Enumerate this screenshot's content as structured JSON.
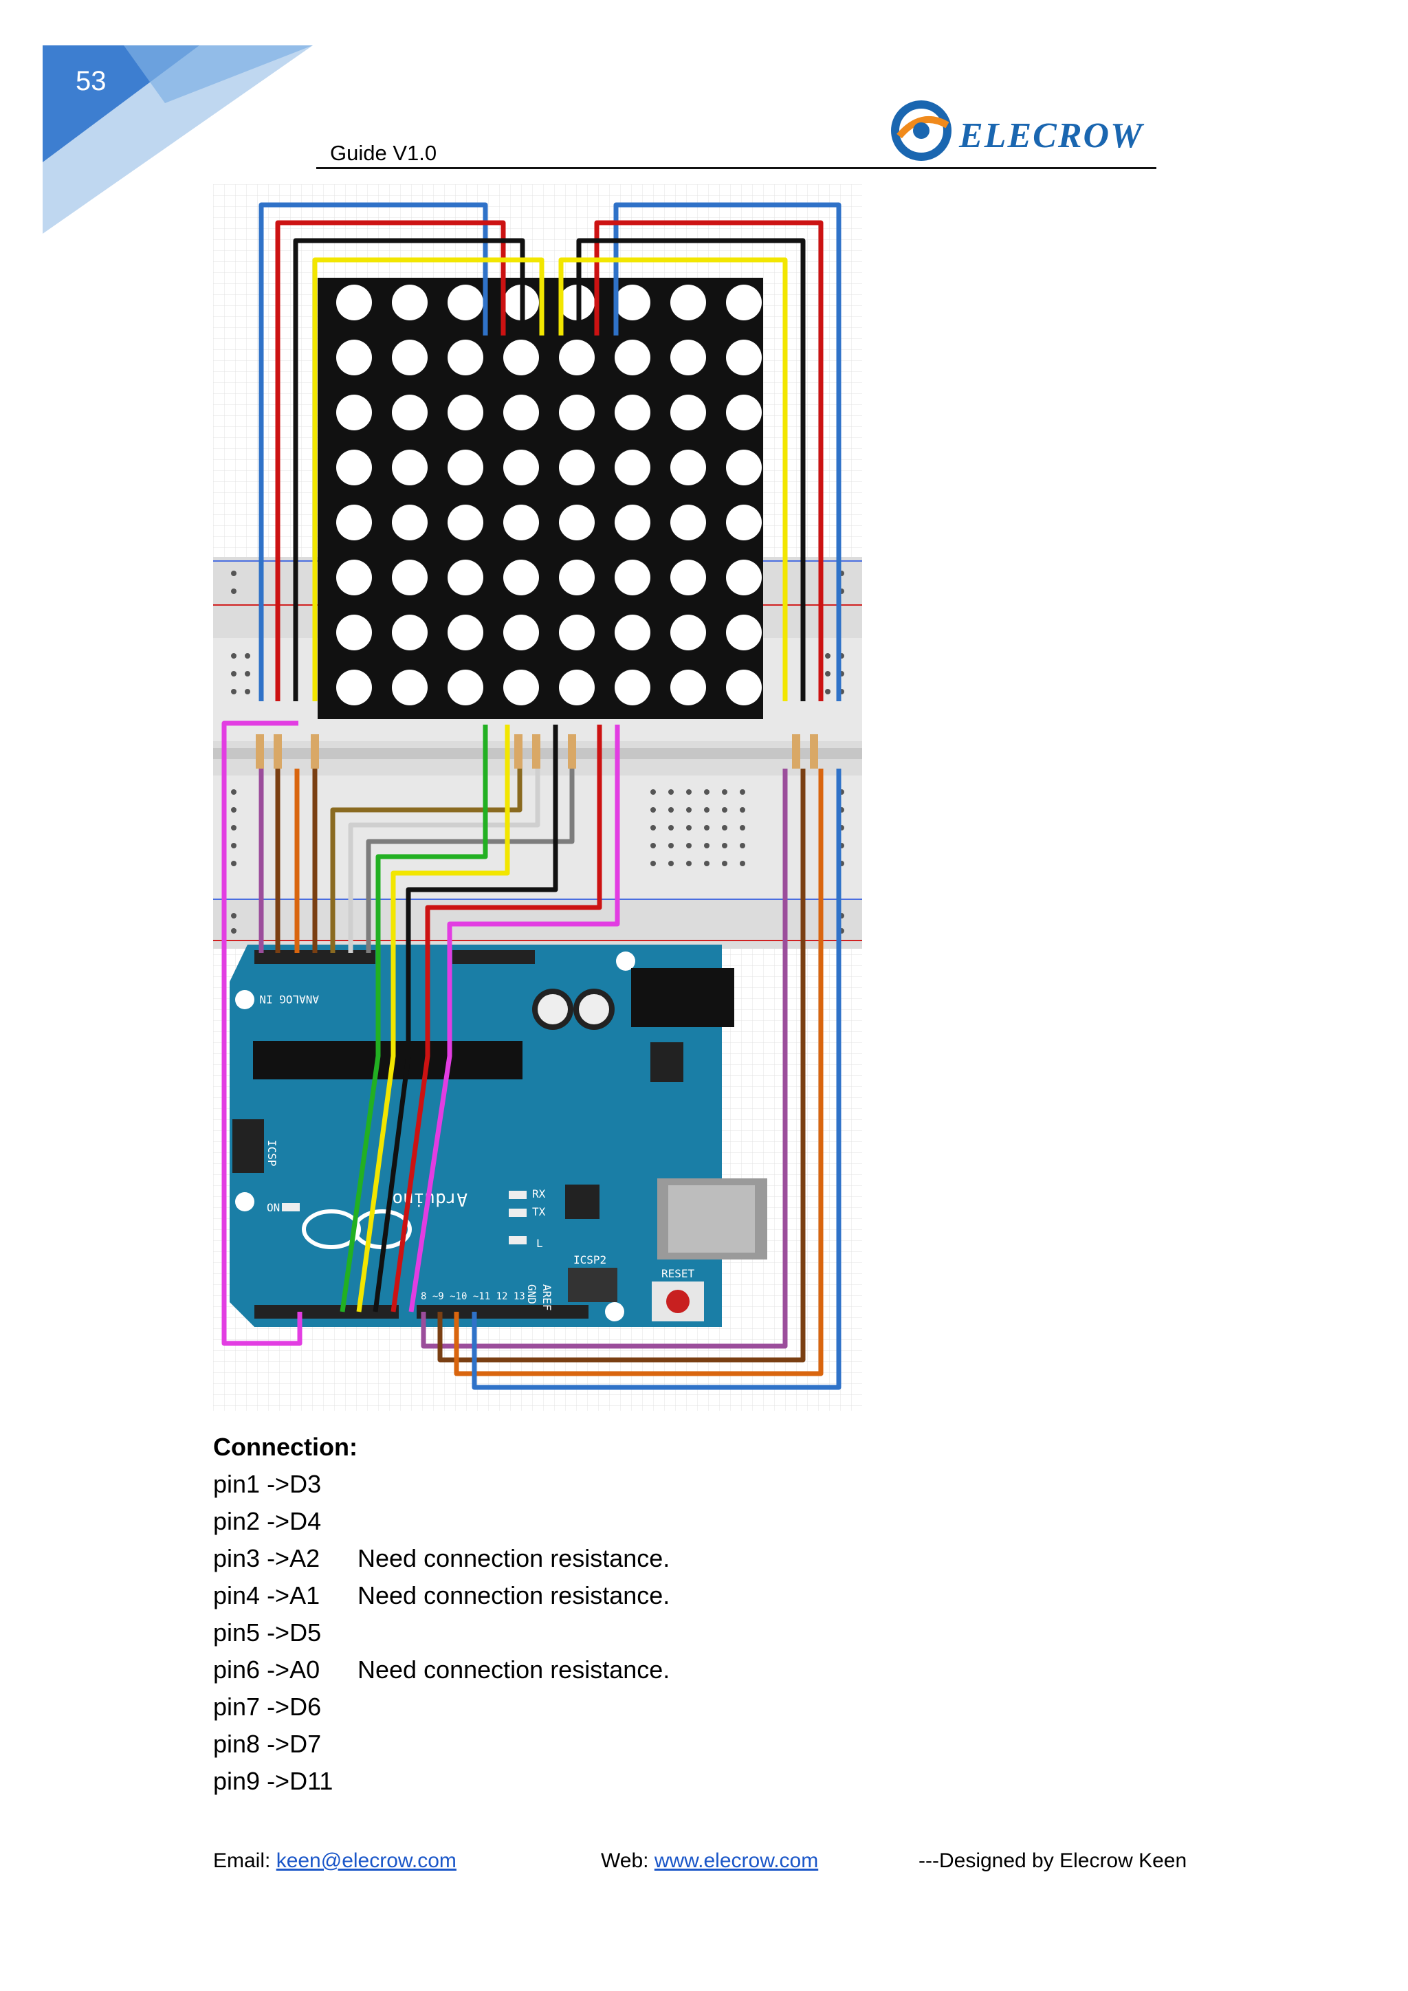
{
  "page": {
    "number": "53",
    "guide_label": "Guide  V1.0",
    "brand": "ELECROW"
  },
  "connection": {
    "heading": "Connection:",
    "rows": [
      {
        "pin": "pin1 ->D3",
        "note": ""
      },
      {
        "pin": "pin2 ->D4",
        "note": ""
      },
      {
        "pin": "pin3 ->A2",
        "note": "Need connection resistance."
      },
      {
        "pin": "pin4 ->A1",
        "note": "Need connection resistance."
      },
      {
        "pin": "pin5 ->D5",
        "note": ""
      },
      {
        "pin": "pin6 ->A0",
        "note": "Need connection resistance."
      },
      {
        "pin": "pin7 ->D6",
        "note": ""
      },
      {
        "pin": "pin8 ->D7",
        "note": ""
      },
      {
        "pin": "pin9 ->D11",
        "note": ""
      }
    ]
  },
  "board_labels": {
    "analog_in": "ANALOG IN",
    "brand": "Arduino",
    "rx": "RX",
    "tx": "TX",
    "on": "ON",
    "icsp": "ICSP",
    "icsp2": "ICSP2",
    "reset": "RESET",
    "led_l": "L",
    "aref": "AREF",
    "gnd": "GND",
    "pins_right": "8  ~9  ~10  ~11  12  13"
  },
  "footer": {
    "email_label": "Email: ",
    "email": "keen@elecrow.com",
    "web_label": "Web: ",
    "web": "www.elecrow.com",
    "designed_prefix": "---Designed by ",
    "designed_by": "Elecrow Keen"
  },
  "colors": {
    "blue": "#2f72c8",
    "red": "#cc1212",
    "black": "#111111",
    "yellow": "#f2e600",
    "green": "#22b022",
    "magenta": "#e23de2",
    "orange": "#d9650e",
    "brown": "#7a3f12",
    "purple": "#9b4d9b",
    "board": "#1a7ea6"
  }
}
